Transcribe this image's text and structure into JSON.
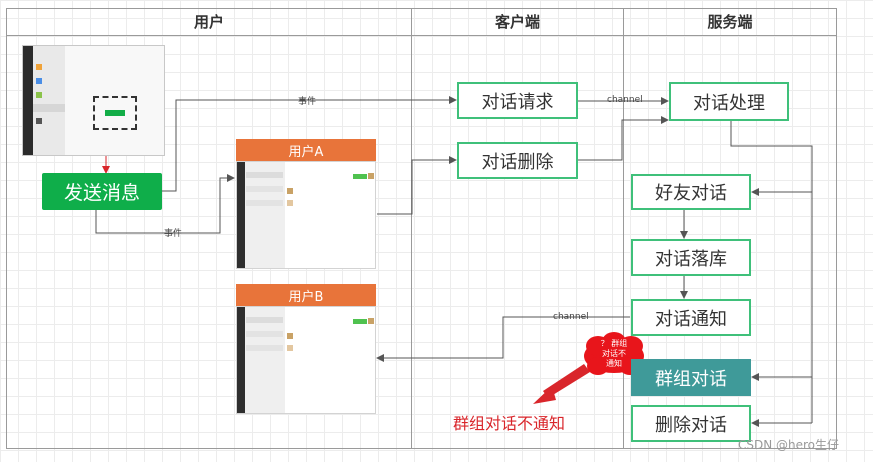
{
  "columns": {
    "user": "用户",
    "client": "客户端",
    "server": "服务端"
  },
  "nodes": {
    "send_message": "发送消息",
    "user_a": "用户A",
    "user_b": "用户B",
    "dialog_request": "对话请求",
    "dialog_delete": "对话删除",
    "dialog_process": "对话处理",
    "friend_dialog": "好友对话",
    "dialog_store": "对话落库",
    "dialog_notify": "对话通知",
    "group_dialog": "群组对话",
    "delete_dialog": "删除对话"
  },
  "edge_labels": {
    "event_top": "事件",
    "event_bottom": "事件",
    "channel_top": "channel",
    "channel_bottom": "channel"
  },
  "annotations": {
    "cloud_line1": "？ 群组",
    "cloud_line2": "对话不",
    "cloud_line3": "通知",
    "group_no_notify": "群组对话不通知"
  },
  "watermark": "CSDN @hero生仔",
  "colors": {
    "node_border": "#3fc07a",
    "send_button": "#0fae4a",
    "group_dialog": "#3f9a99",
    "user_banner": "#e8743a",
    "alert": "#d9262b"
  }
}
